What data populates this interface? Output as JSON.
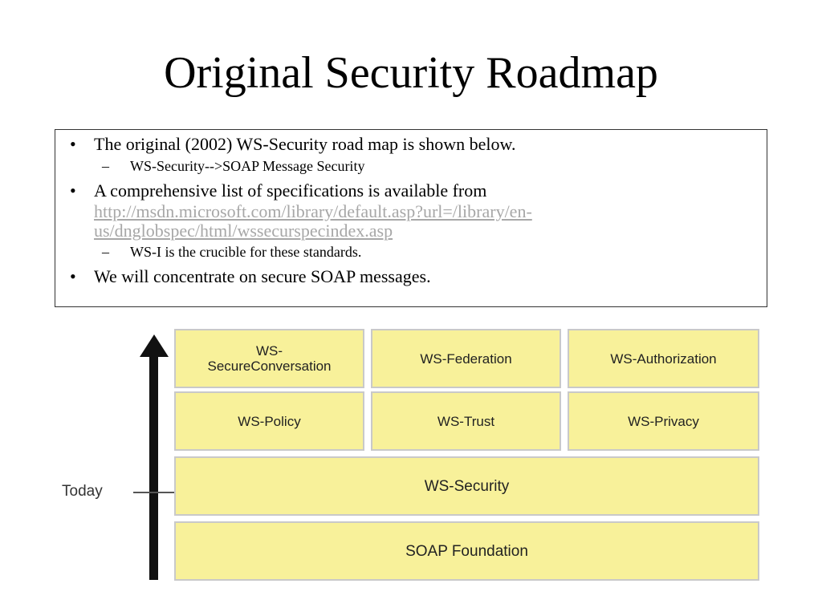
{
  "slide": {
    "title": "Original Security Roadmap"
  },
  "bullets": {
    "b1": "The original (2002) WS-Security road map is shown below.",
    "b1_sub": "WS-Security-->SOAP Message Security",
    "b2": "A comprehensive list of specifications is available from",
    "b2_link_line1": "http://msdn.microsoft.com/library/default.asp?url=/library/en-",
    "b2_link_line2": "us/dnglobspec/html/wssecurspecindex.asp",
    "b2_sub": "WS-I is the crucible for these standards.",
    "b3": "We will concentrate on secure SOAP messages.",
    "bullet_marker": "•",
    "dash_marker": "–"
  },
  "diagram": {
    "row1": [
      "WS-\nSecureConversation",
      "WS-Federation",
      "WS-Authorization"
    ],
    "row2": [
      "WS-Policy",
      "WS-Trust",
      "WS-Privacy"
    ],
    "security": "WS-Security",
    "foundation": "SOAP Foundation",
    "today_label": "Today",
    "box_fill": "#f8f19a",
    "box_border": "#c9c9c9"
  }
}
